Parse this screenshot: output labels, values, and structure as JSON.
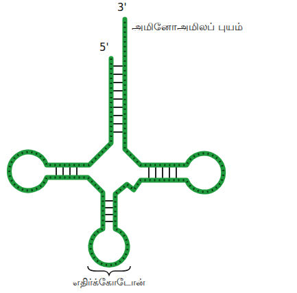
{
  "diagram": {
    "labels": [
      "3'",
      "5'",
      "அமினோஅமிலப் புயம்",
      "எதிர்க்கோடோன்"
    ]
  }
}
